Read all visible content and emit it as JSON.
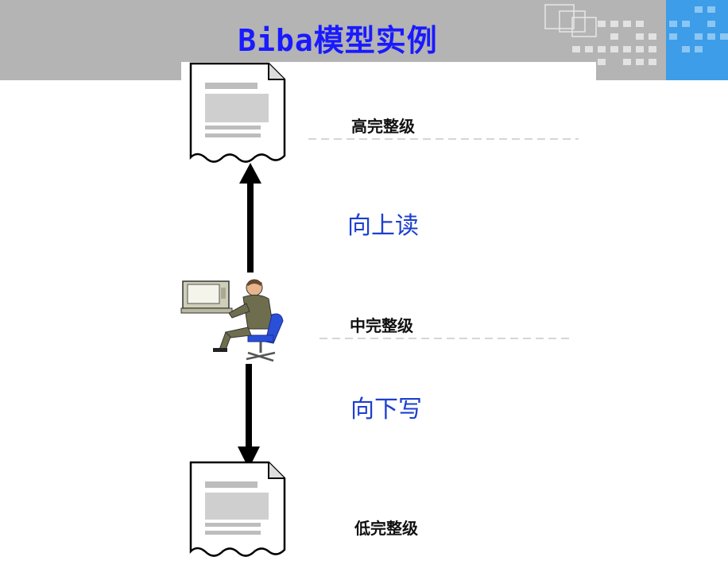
{
  "title": "Biba模型实例",
  "levels": {
    "high": "高完整级",
    "mid": "中完整级",
    "low": "低完整级"
  },
  "actions": {
    "read_up": "向上读",
    "write_down": "向下写"
  },
  "colors": {
    "title": "#1a1aff",
    "action_text": "#1d3fd0",
    "header_band": "#b4b4b4",
    "accent_block": "#3d9de8",
    "arrow": "#000000"
  },
  "icons": [
    "document-icon",
    "user-at-computer-icon",
    "arrow-up-icon",
    "arrow-down-icon"
  ]
}
